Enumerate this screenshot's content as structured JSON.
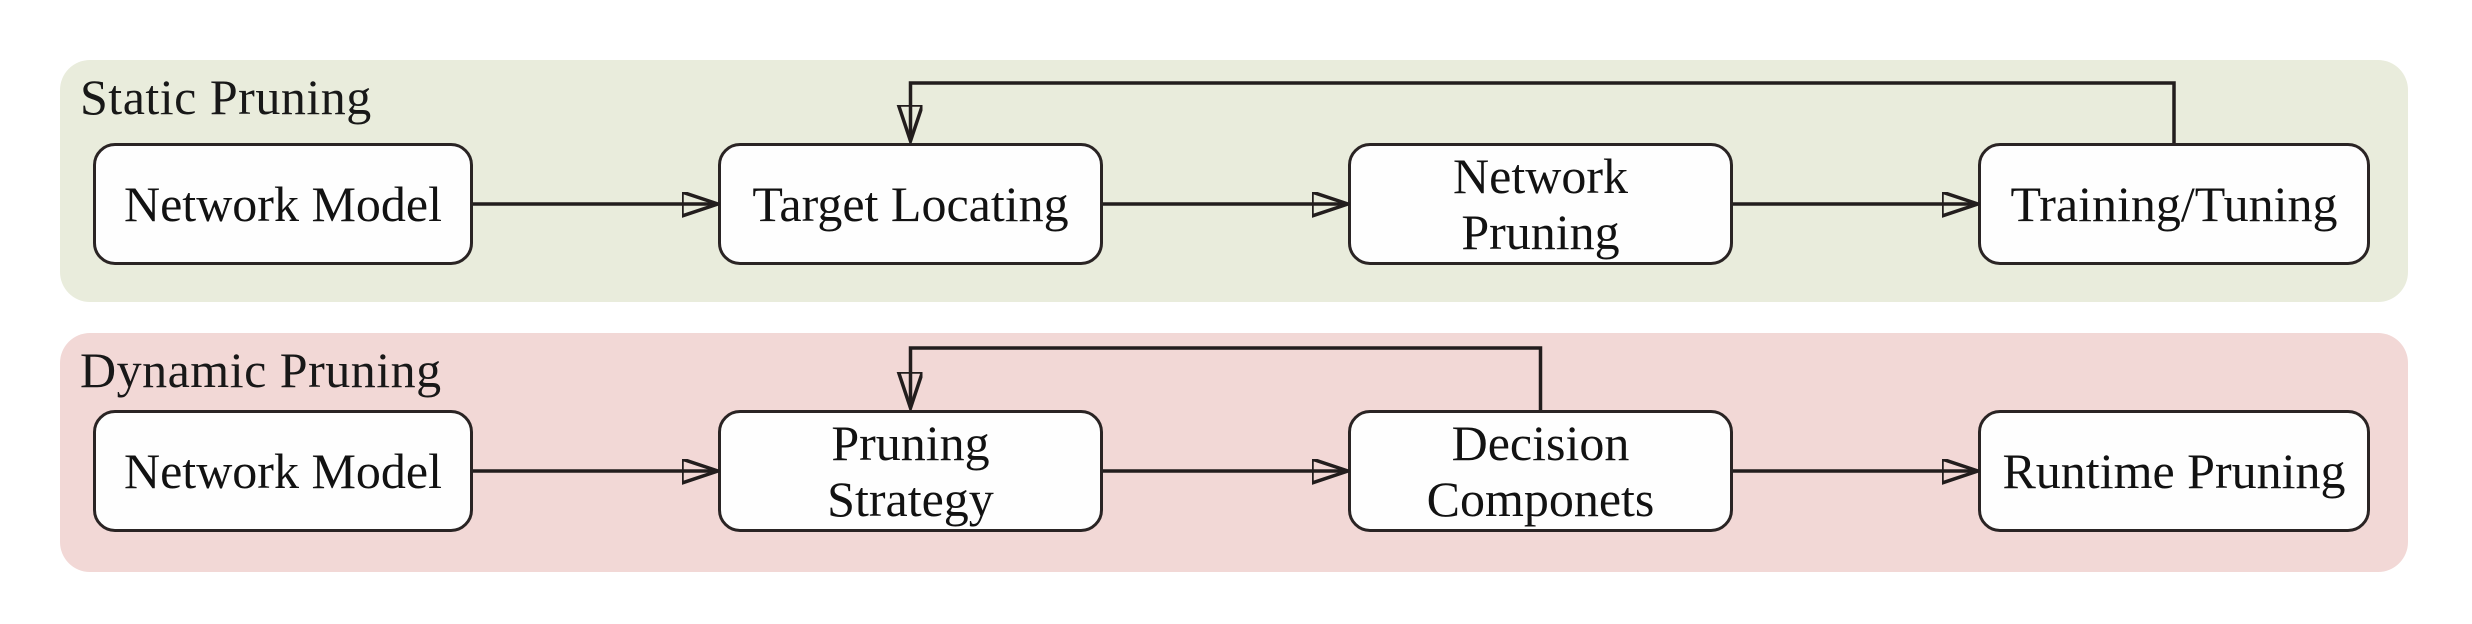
{
  "figure": {
    "description": "Flow diagram comparing static pruning and dynamic pruning pipelines",
    "colors": {
      "static_panel_bg": "#e9ecdc",
      "dynamic_panel_bg": "#f2d8d6",
      "node_fill": "#fefefe",
      "node_border": "#2a2424",
      "line": "#221d1d",
      "text": "#121212"
    }
  },
  "panels": [
    {
      "title": "Static Pruning",
      "nodes": [
        {
          "id": "network-model",
          "label": "Network Model"
        },
        {
          "id": "target-locating",
          "label": "Target Locating"
        },
        {
          "id": "network-pruning",
          "label": "Network\nPruning"
        },
        {
          "id": "training-tuning",
          "label": "Training/Tuning"
        }
      ],
      "edges": [
        {
          "from": "network-model",
          "to": "target-locating",
          "type": "forward"
        },
        {
          "from": "target-locating",
          "to": "network-pruning",
          "type": "forward"
        },
        {
          "from": "network-pruning",
          "to": "training-tuning",
          "type": "forward"
        },
        {
          "from": "training-tuning",
          "to": "target-locating",
          "type": "feedback"
        }
      ]
    },
    {
      "title": "Dynamic Pruning",
      "nodes": [
        {
          "id": "network-model",
          "label": "Network Model"
        },
        {
          "id": "pruning-strategy",
          "label": "Pruning\nStrategy"
        },
        {
          "id": "decision-componets",
          "label": "Decision\nComponets"
        },
        {
          "id": "runtime-pruning",
          "label": "Runtime Pruning"
        }
      ],
      "edges": [
        {
          "from": "network-model",
          "to": "pruning-strategy",
          "type": "forward"
        },
        {
          "from": "pruning-strategy",
          "to": "decision-componets",
          "type": "forward"
        },
        {
          "from": "decision-componets",
          "to": "runtime-pruning",
          "type": "forward"
        },
        {
          "from": "decision-componets",
          "to": "pruning-strategy",
          "type": "feedback"
        }
      ]
    }
  ]
}
